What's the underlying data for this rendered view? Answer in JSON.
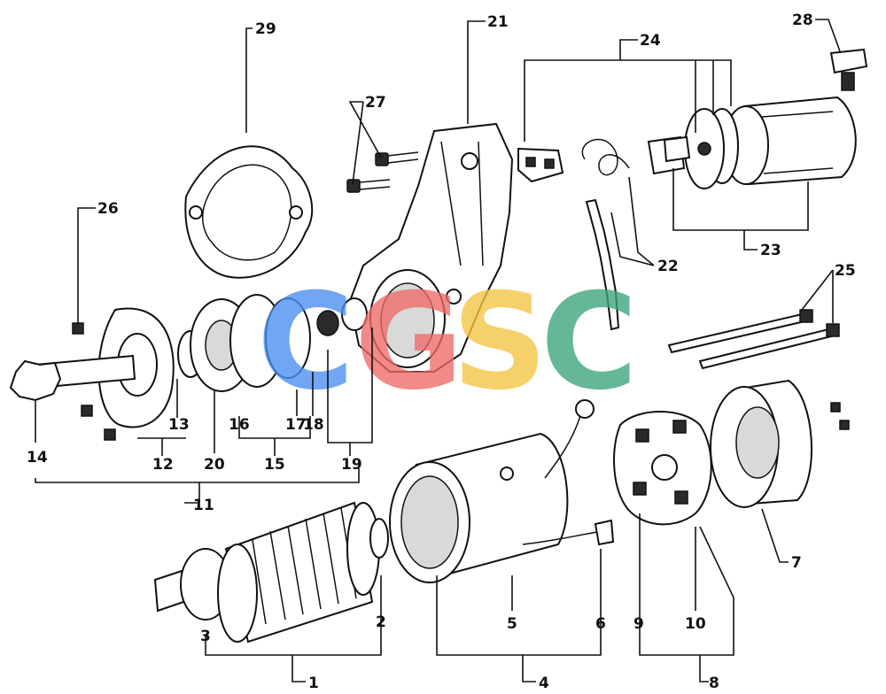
{
  "diagram": {
    "type": "exploded parts diagram",
    "subject": "starter motor",
    "callouts": [
      "1",
      "2",
      "3",
      "4",
      "5",
      "6",
      "7",
      "8",
      "9",
      "10",
      "11",
      "12",
      "13",
      "14",
      "15",
      "16",
      "17",
      "18",
      "19",
      "20",
      "21",
      "22",
      "23",
      "24",
      "25",
      "26",
      "27",
      "28",
      "29"
    ]
  },
  "watermark": {
    "letters": [
      "C",
      "G",
      "S",
      "C"
    ],
    "colors": [
      "#4a8ef0",
      "#ef6a6a",
      "#f4c542",
      "#3aa57a"
    ]
  }
}
